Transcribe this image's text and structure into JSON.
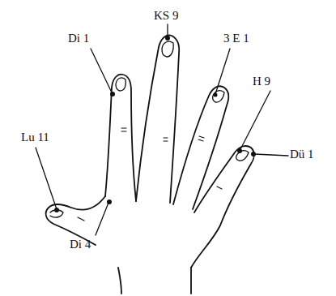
{
  "diagram": {
    "labels": [
      "Lu 11",
      "Di 1",
      "KS 9",
      "3 E 1",
      "H 9",
      "Dü 1",
      "Di 4"
    ]
  }
}
